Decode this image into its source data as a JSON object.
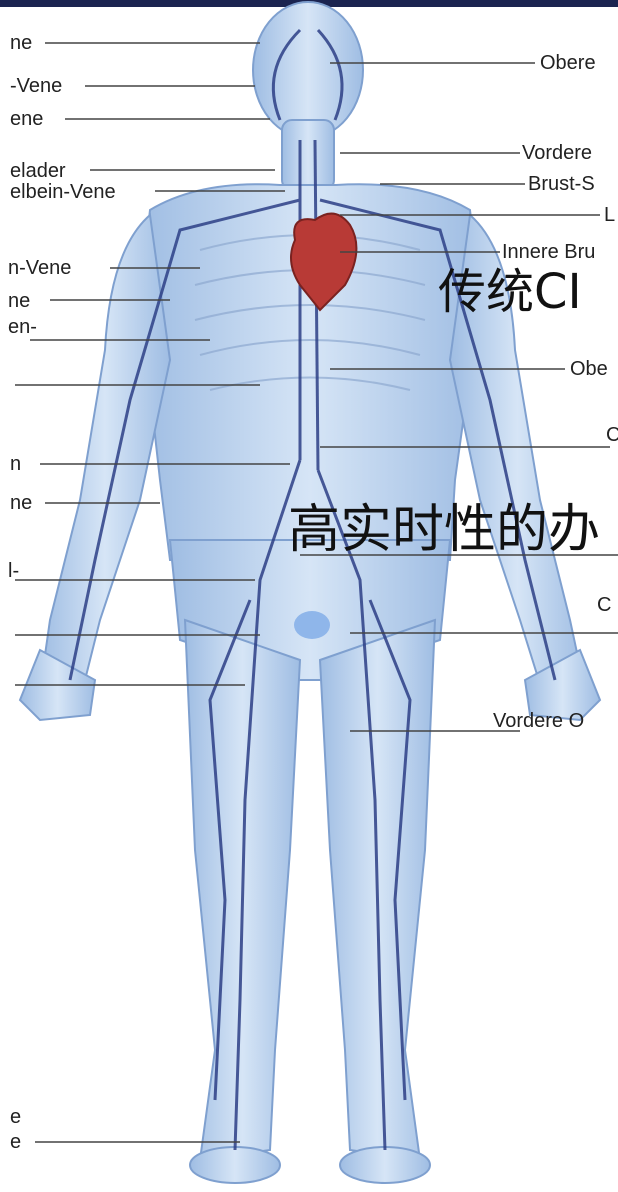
{
  "left_labels": [
    "ne",
    "-Vene",
    "ene",
    "elader",
    "elbein-Vene",
    "n-Vene",
    "ne",
    "en-",
    "n",
    "ne",
    "l-",
    "e",
    "e"
  ],
  "right_labels": [
    "Obere",
    "Vordere",
    "Brust-S",
    "L",
    "Innere Bru",
    "Obe",
    "C",
    "C",
    "Vordere O"
  ],
  "overlay": {
    "line1": "传统CI",
    "line2": "高实时性的办"
  },
  "colors": {
    "body": "#bcd3ee",
    "vein": "#2d3f86",
    "heart": "#b83a36",
    "leader": "#444444",
    "topbar": "#1b2450"
  }
}
